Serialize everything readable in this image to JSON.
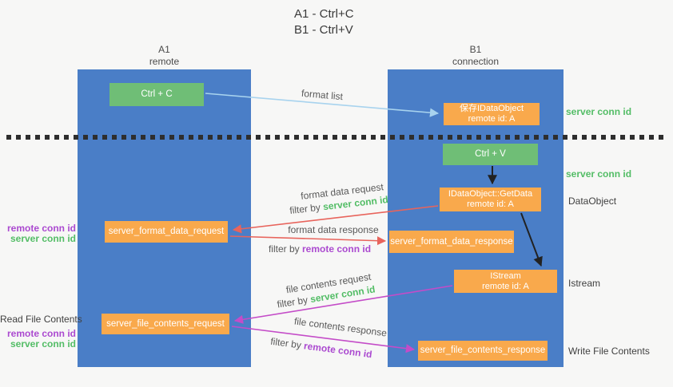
{
  "title": {
    "line1": "A1 - Ctrl+C",
    "line2": "B1 - Ctrl+V"
  },
  "columns": {
    "a": {
      "name": "A1",
      "role": "remote"
    },
    "b": {
      "name": "B1",
      "role": "connection"
    }
  },
  "nodes": {
    "ctrl_c": {
      "label": "Ctrl + C"
    },
    "ctrl_v": {
      "label": "Ctrl + V"
    },
    "save_dataobject": {
      "line1": "保存IDataObject",
      "line2": "remote id: A"
    },
    "getdata": {
      "line1": "IDataObject::GetData",
      "line2": "remote id: A"
    },
    "istream": {
      "line1": "IStream",
      "line2": "remote id: A"
    },
    "format_request": {
      "label": "server_format_data_request"
    },
    "format_response": {
      "label": "server_format_data_response"
    },
    "file_request": {
      "label": "server_file_contents_request"
    },
    "file_response": {
      "label": "server_file_contents_response"
    }
  },
  "arrows": {
    "format_list": {
      "label": "format list"
    },
    "format_data_request": {
      "label": "format data request",
      "filter_prefix": "filter by",
      "filter_key": "server conn id"
    },
    "format_data_response": {
      "label": "format data response",
      "filter_prefix": "filter by",
      "filter_key": "remote conn id"
    },
    "file_contents_request": {
      "label": "file contents request",
      "filter_prefix": "filter by",
      "filter_key": "server conn id"
    },
    "file_contents_response": {
      "label": "file contents response",
      "filter_prefix": "filter by",
      "filter_key": "remote conn id"
    }
  },
  "side_labels": {
    "server_conn_id_top": "server conn id",
    "server_conn_id_mid": "server conn id",
    "dataobject": "DataObject",
    "istream": "Istream",
    "write_file_contents": "Write File Contents",
    "read_file_contents": "Read File Contents",
    "remote_conn_id_format": "remote conn id",
    "server_conn_id_format": "server conn id",
    "remote_conn_id_file": "remote conn id",
    "server_conn_id_file": "server conn id"
  },
  "colors": {
    "column_blue": "#4a7ec7",
    "box_orange": "#f9a94c",
    "box_green": "#6fbe76",
    "green_text": "#53bd66",
    "purple_text": "#ab4ad0",
    "red_arrow": "#e8645c",
    "magenta_arrow": "#c44cc8",
    "light_blue_arrow": "#a8d3ee"
  }
}
